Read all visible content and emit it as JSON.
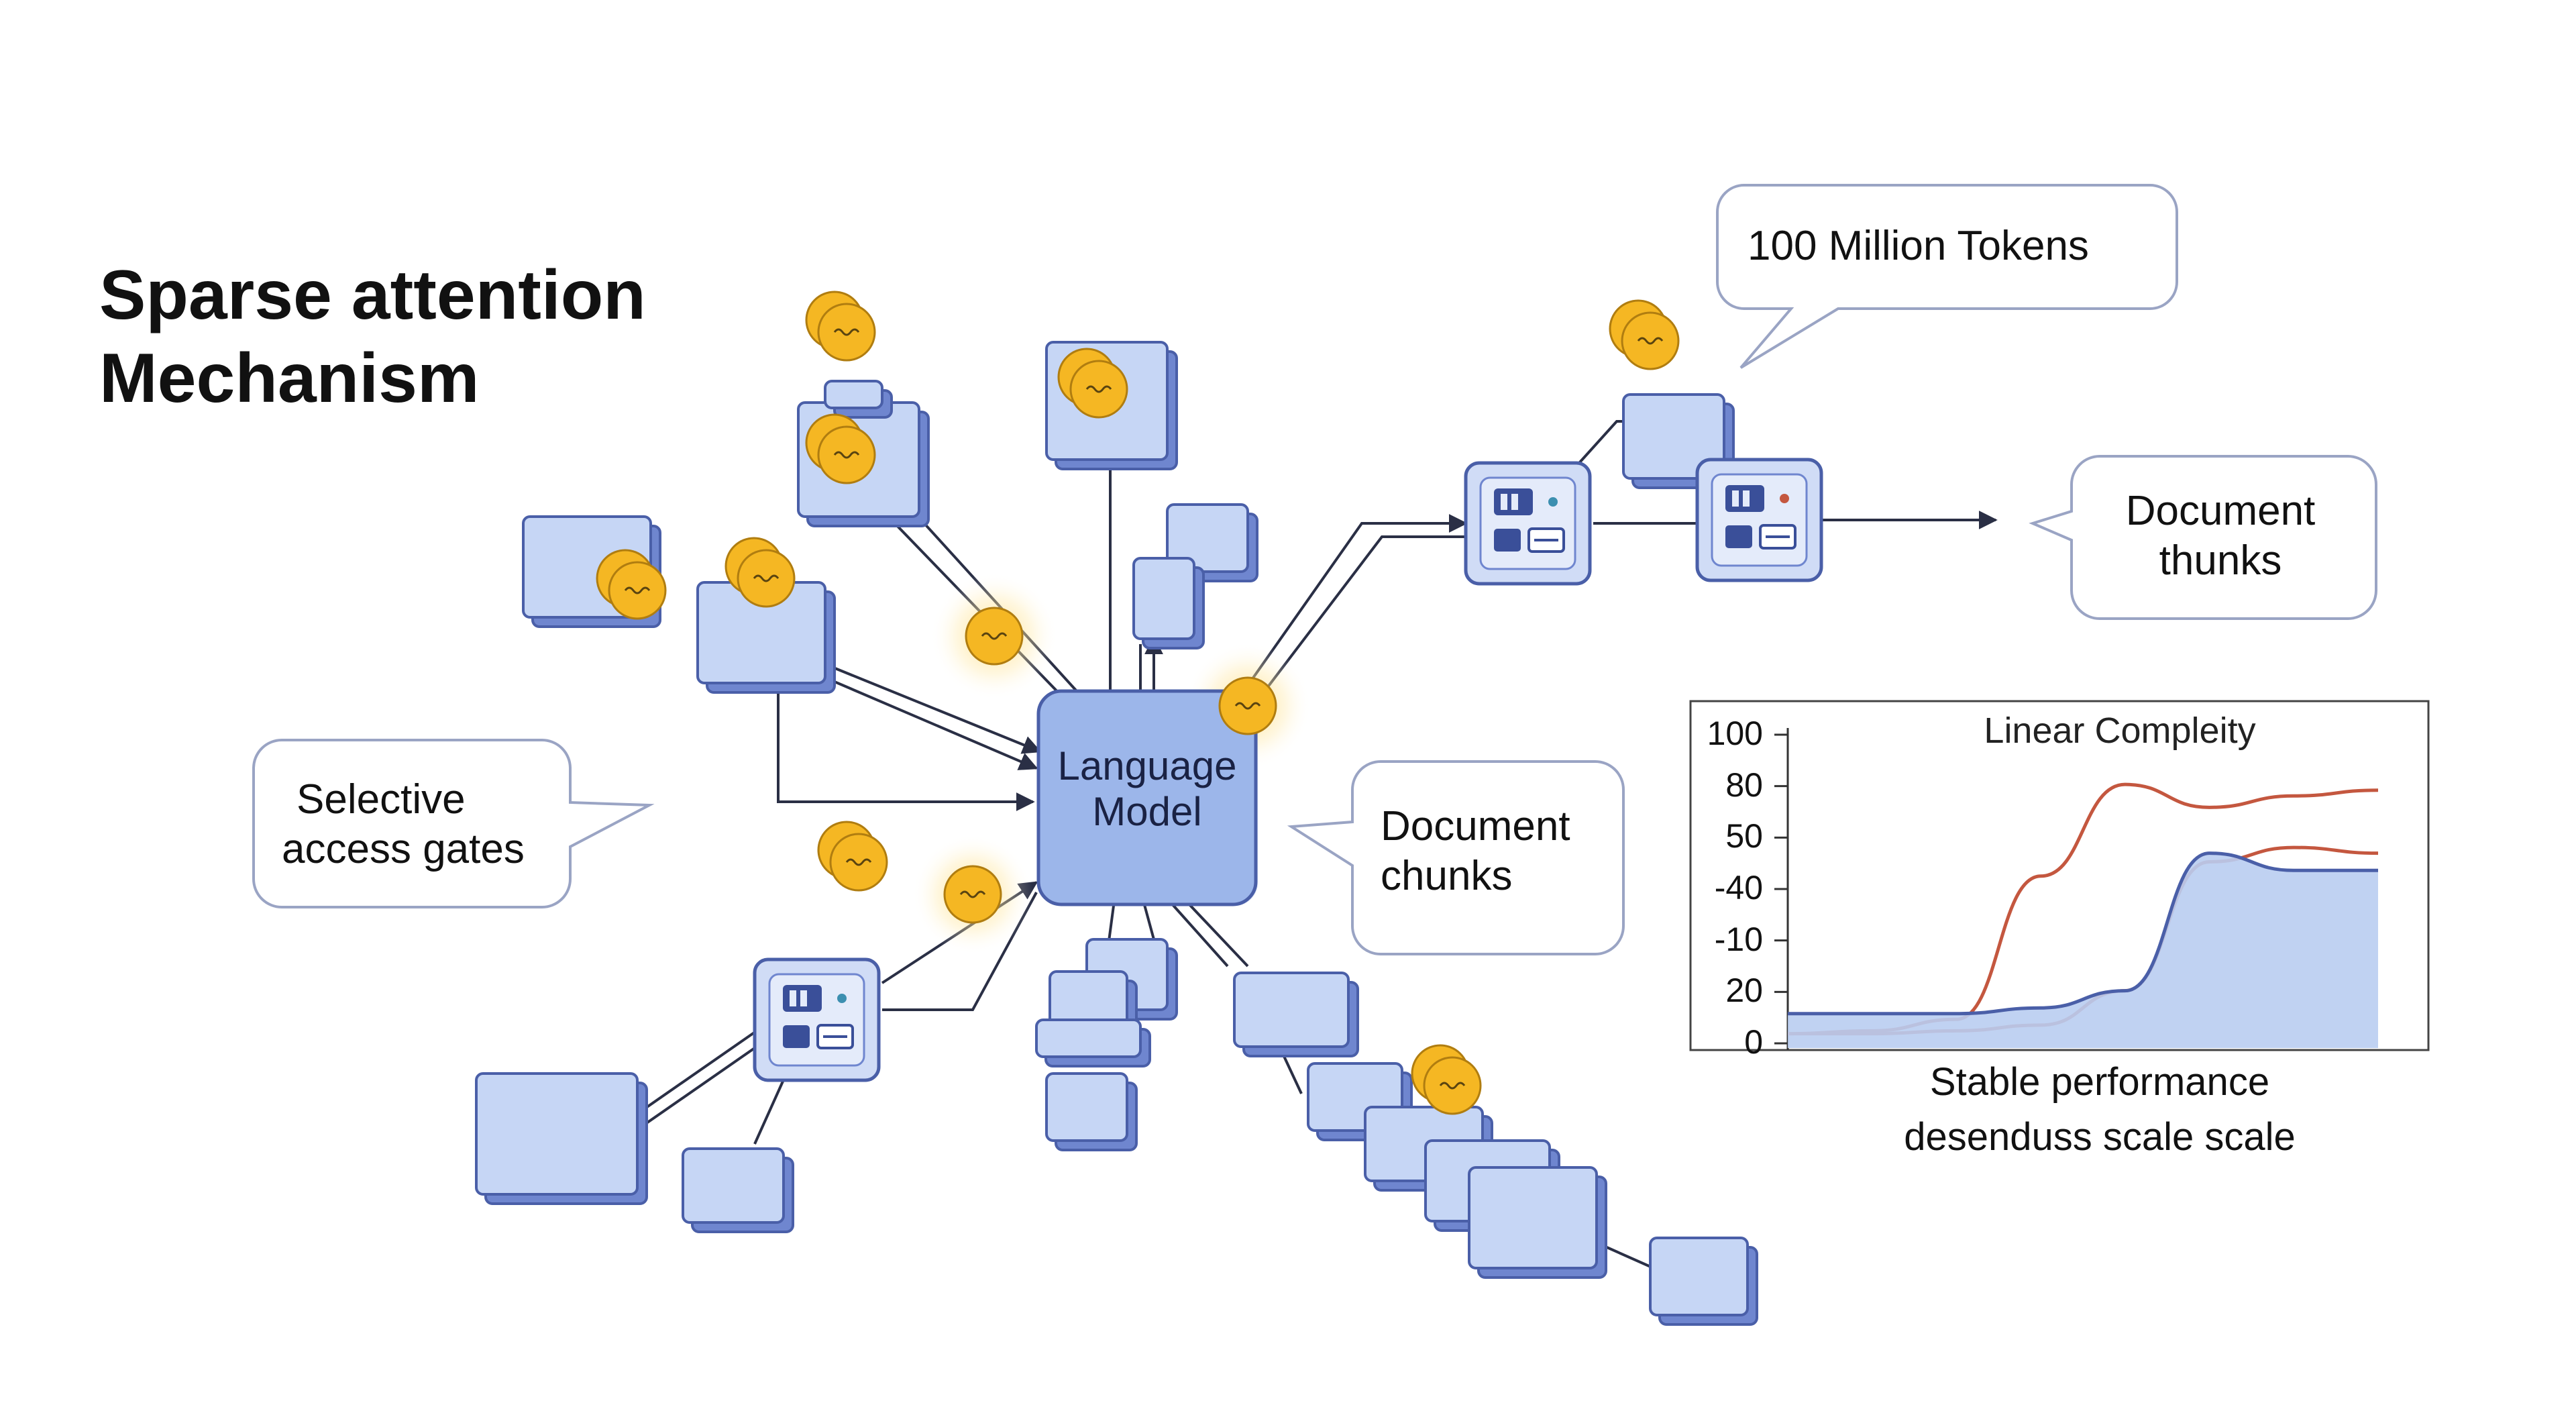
{
  "diagram": {
    "title_line1": "Sparse attention",
    "title_line2": "Mechanism",
    "hub_line1": "Language",
    "hub_line2": "Model",
    "callouts": {
      "tokens": "100 Million Tokens",
      "doc_thunks_line1": "Document",
      "doc_thunks_line2": "thunks",
      "gates_line1": "Selective",
      "gates_line2": "access gates",
      "doc_chunks_line1": "Document",
      "doc_chunks_line2": "chunks"
    },
    "caption_line1": "Stable performance",
    "caption_line2": "desenduss scale scale",
    "colors": {
      "node_fill": "#c6d6f5",
      "node_stroke": "#4a5fa8",
      "node_shadow": "#6f86cf",
      "token_fill": "#f5b723",
      "token_glow": "#ffd86a",
      "line": "#2a2f45"
    }
  },
  "chart_data": {
    "type": "area",
    "title": "Linear Compleity",
    "y_tick_labels": [
      "100",
      "80",
      "50",
      "-40",
      "-10",
      "20",
      "0"
    ],
    "series": [
      {
        "color": "#c4573f",
        "values": [
          5,
          6,
          10,
          60,
          92,
          84,
          88,
          90
        ]
      },
      {
        "color": "#c4573f",
        "values": [
          5,
          5,
          6,
          8,
          20,
          65,
          70,
          68
        ]
      },
      {
        "color": "#4a5fa8",
        "fill": "#b9cdf1",
        "values": [
          12,
          12,
          12,
          14,
          20,
          68,
          62,
          62
        ]
      }
    ]
  }
}
